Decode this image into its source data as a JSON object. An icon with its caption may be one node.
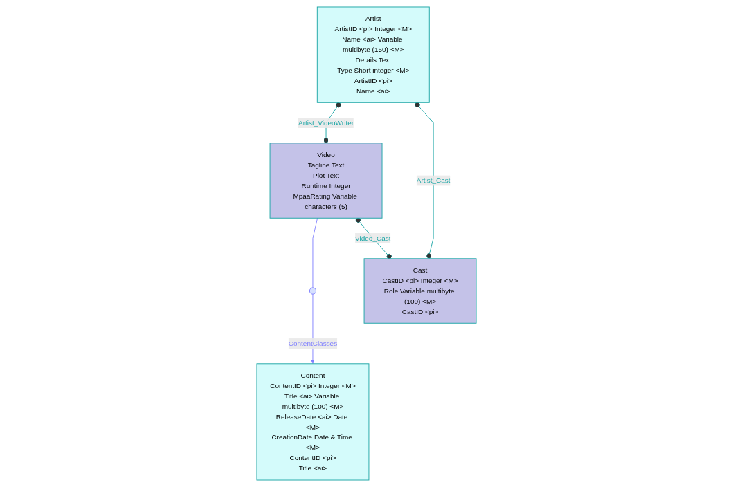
{
  "diagram": {
    "nodes": [
      {
        "text": [
          "Content",
          "ContentID <pi> Integer <M>",
          "Title <ai> Variable multibyte (100) <M>",
          "ReleaseDate <ai> Date <M>",
          "CreationDate Date & Time <M>",
          "ContentID <pi>",
          "Title <ai>"
        ]
      },
      {
        "text": [
          "Artist",
          "ArtistID <pi> Integer <M>",
          "Name <ai> Variable multibyte (150) <M>",
          "Details Text",
          "Type Short integer <M>",
          "ArtistID <pi>",
          "Name <ai>"
        ]
      },
      {
        "text": [],
        "shape": "circle"
      },
      {
        "text": [
          "Video",
          "Tagline Text",
          "Plot Text",
          "Runtime Integer",
          "MpaaRating Variable characters (5)"
        ]
      },
      {
        "text": [
          "Cast",
          "CastID <pi> Integer <M>",
          "Role Variable multibyte (100) <M>",
          "CastID <pi>"
        ]
      }
    ],
    "edges": [
      {
        "from": 3,
        "to": 2,
        "arrow": "none",
        "color": "#8080ff"
      },
      {
        "from": 2,
        "to": 0,
        "arrow": "to",
        "label": "ContentClasses",
        "color": "#8080ff"
      },
      {
        "from": 1,
        "to": 3,
        "arrow": "other",
        "label": "Artist_VideoWriter"
      },
      {
        "from": 1,
        "to": 4,
        "arrow": "other",
        "label": "Artist_Cast"
      },
      {
        "from": 3,
        "to": 4,
        "arrow": "other",
        "label": "Video_Cast"
      }
    ]
  }
}
